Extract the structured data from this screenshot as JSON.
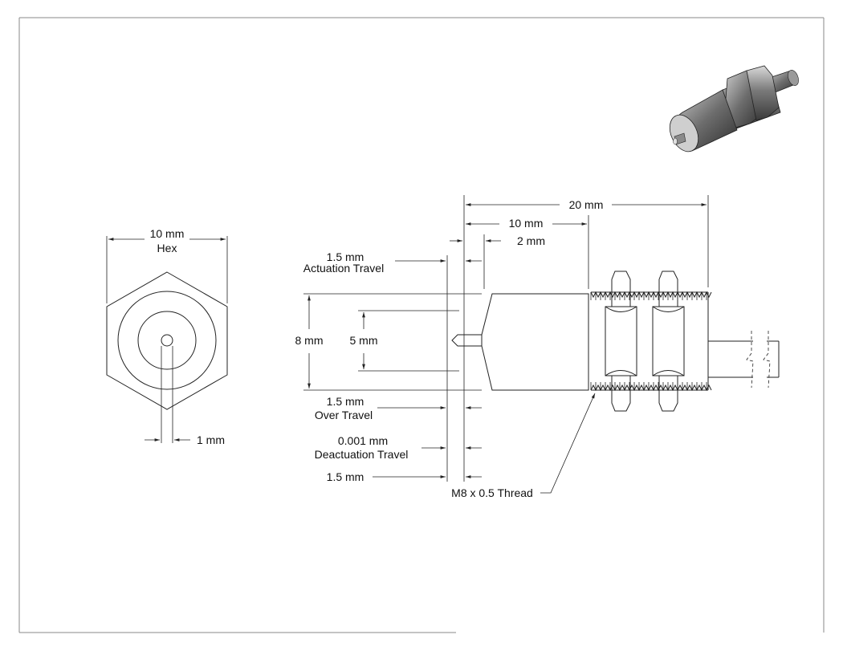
{
  "hex_view": {
    "width_value": "10 mm",
    "width_label": "Hex",
    "tip_diameter": "1 mm"
  },
  "side_view": {
    "overall_length": "20 mm",
    "body_length": "10 mm",
    "cone_length": "2 mm",
    "actuation_travel_value": "1.5 mm",
    "actuation_travel_label": "Actuation Travel",
    "body_diameter": "8 mm",
    "cone_diameter": "5 mm",
    "over_travel_value": "1.5 mm",
    "over_travel_label": "Over Travel",
    "deactuation_travel_value": "0.001 mm",
    "deactuation_travel_label": "Deactuation Travel",
    "plunger_length": "1.5 mm",
    "thread_callout": "M8 x 0.5 Thread"
  },
  "iso_icon": "plunger-switch-isometric-icon"
}
